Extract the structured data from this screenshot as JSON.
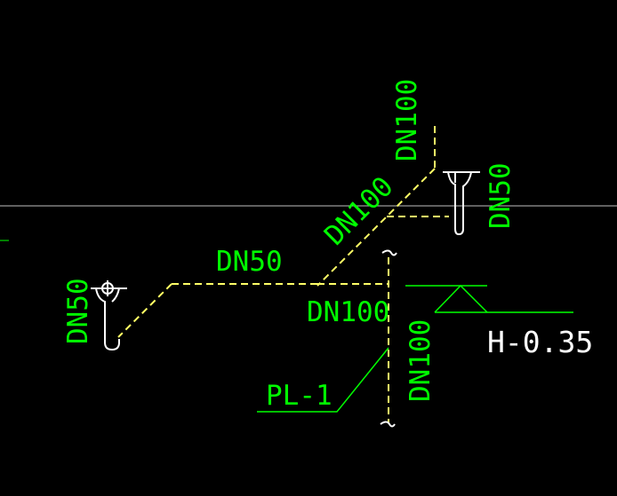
{
  "colors": {
    "background": "#000000",
    "pipe": "#ffff66",
    "label": "#00ff00",
    "symbol": "#ffffff",
    "crosshair": "#c0c0c0"
  },
  "labels": {
    "dn100_top": "DN100",
    "dn50_right": "DN50",
    "dn100_diagonal": "DN100",
    "dn50_middle": "DN50",
    "dn50_left": "DN50",
    "dn100_horizontal": "DN100",
    "dn100_vertical": "DN100",
    "pipe_id": "PL-1",
    "elevation": "H-0.35"
  },
  "symbols": {
    "floor_drain_right": "floor-drain-trap-icon",
    "floor_drain_left": "floor-drain-trap-icon",
    "elevation_marker": "elevation-triangle-icon",
    "break_marks": "pipe-break-icon"
  }
}
